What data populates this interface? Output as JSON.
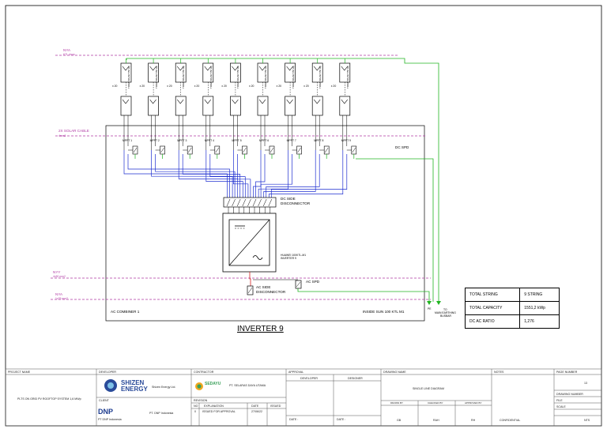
{
  "mppt_labels": [
    "MPPT 1",
    "MPPT 2",
    "MPPT 3",
    "MPPT 4",
    "MPPT 5",
    "MPPT 6",
    "MPPT 7",
    "MPPT 8",
    "MPPT 9"
  ],
  "string_counts": [
    "x 20",
    "x 20",
    "x 20",
    "x 20",
    "x 20",
    "x 20",
    "x 20",
    "x 20",
    "x 20"
  ],
  "module_label": "TRINA SOLAR 550 Wp",
  "cables": {
    "nya_top": "NYA",
    "nya_top_sub": "KTL 4mm",
    "solar_cable": "2X SOLAR CABLE",
    "solar_cable_sub": "4mm2",
    "nyy": "NYY",
    "nyy_sub": "4x50 mm2",
    "nya_bottom": "NYA",
    "nya_bottom_sub": "1x25 mm2"
  },
  "labels": {
    "dc_spd": "DC SPD",
    "dc_disconnector_1": "DC SIDE",
    "dc_disconnector_2": "DISCONNECTOR",
    "inverter_model_1": "HUAWEI 100KTL-M1",
    "inverter_model_2": "INVERTER 9",
    "ac_disconnector_1": "AC SIDE",
    "ac_disconnector_2": "DISCONNECTOR",
    "ac_spd": "AC SPD",
    "ac_combiner": "AC COMBINER 1",
    "inside_sun": "INSIDE SUN 100 KTL M1",
    "pe": "PE",
    "earth_1": "TO",
    "earth_2": "MAIN EARTHING",
    "earth_3": "BUSBAR"
  },
  "info_table": [
    {
      "label": "TOTAL STRING",
      "value": "9 STRING"
    },
    {
      "label": "TOTAL CAPACITY",
      "value": "1551,2 kWp"
    },
    {
      "label": "DC AC RATIO",
      "value": "1,276"
    }
  ],
  "drawing_title": "INVERTER 9",
  "title_block": {
    "project_name_h": "PROJECT NAME",
    "project_name": "PLTS ON GRID PV ROOFTOP SYSTEM 1,6 MWp",
    "developer_h": "DEVELOPER",
    "developer_logo": "SHIZEN ENERGY",
    "developer_name": "Shizen Energy Ltd.",
    "client_h": "CLIENT",
    "client_logo": "DNP",
    "client_logo_sub": "PT DNP Indonesia",
    "client_name": "PT. DNP Indonesia",
    "contractor_h": "CONTRACTOR",
    "contractor_logo": "SEDAYU",
    "contractor_name": "PT. SELARAS DAYA UTAMA",
    "revision_h": "REVISION",
    "rev_no_h": "NO",
    "rev_expl_h": "EXPLANATION",
    "rev_date_h": "DATE",
    "rev_issued_h": "ISSUED",
    "rev_no": "0",
    "rev_expl": "ISSUED FOR APPROVAL",
    "rev_date": "27/06/22",
    "approval_h": "APPROVAL",
    "approval_dev": "DEVELOPER",
    "approval_des": "DESIGNER",
    "approval_date1": "DATE :",
    "approval_date2": "DATE :",
    "drawing_name_h": "DRAWING NAME",
    "drawing_name": "SINGLE LINE DIAGRAM",
    "drawn_by_h": "DRAWN BY",
    "checked_by_h": "CHECKED BY",
    "approved_by_h": "APPROVED BY",
    "drawn_by": "GB",
    "checked_by": "RAH",
    "approved_by": "RH",
    "notes_h": "NOTES",
    "confidential": "CONFIDENTIAL",
    "page_number_h": "PAGE NUMBER",
    "page_number": "13",
    "drawing_number_h": "DRAWING NUMBER",
    "file_h": "FILE",
    "scale_h": "SCALE",
    "scale": "NTS"
  }
}
